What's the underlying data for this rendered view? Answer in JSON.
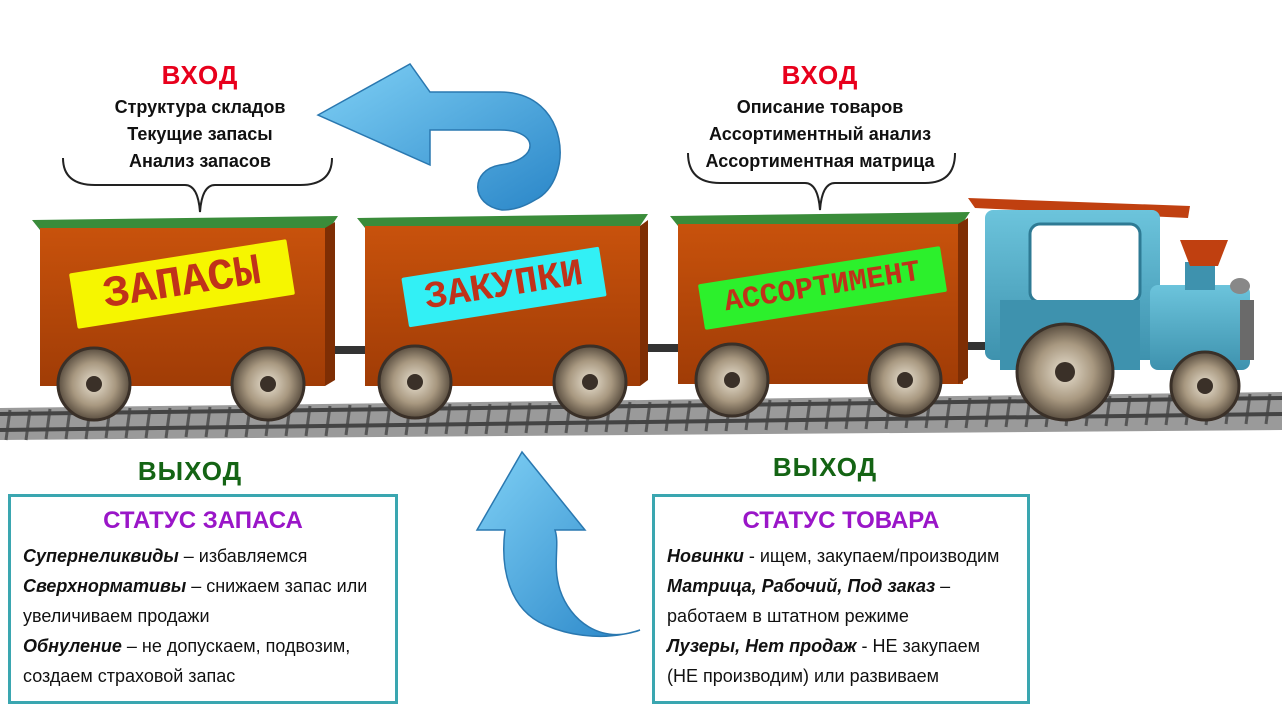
{
  "input_left": {
    "title": "ВХОД",
    "items": [
      "Структура складов",
      "Текущие запасы",
      "Анализ запасов"
    ]
  },
  "input_right": {
    "title": "ВХОД",
    "items": [
      "Описание товаров",
      "Ассортиментный анализ",
      "Ассортиментная матрица"
    ]
  },
  "wagons": [
    {
      "label": "ЗАПАСЫ",
      "sign_color": "#f6f600",
      "text_color": "#c0321a"
    },
    {
      "label": "ЗАКУПКИ",
      "sign_color": "#32f0f5",
      "text_color": "#c0321a"
    },
    {
      "label": "АССОРТИМЕНТ",
      "sign_color": "#2cf02c",
      "text_color": "#c0321a"
    }
  ],
  "output_left": {
    "title": "ВЫХОД",
    "panel_title": "СТАТУС ЗАПАСА",
    "lines": [
      {
        "term": "Супернеликвиды",
        "text": " – избавляемся"
      },
      {
        "term": "Сверхнормативы",
        "text": " – снижаем запас или"
      },
      {
        "term": "",
        "text": "увеличиваем продажи"
      },
      {
        "term": "Обнуление",
        "text": " – не допускаем, подвозим,"
      },
      {
        "term": "",
        "text": "создаем страховой запас"
      }
    ]
  },
  "output_right": {
    "title": "ВЫХОД",
    "panel_title": "СТАТУС ТОВАРА",
    "lines": [
      {
        "term": "Новинки",
        "text": " - ищем, закупаем/производим"
      },
      {
        "term": "Матрица, Рабочий, Под заказ",
        "text": " –"
      },
      {
        "term": "",
        "text": "работаем в штатном режиме"
      },
      {
        "term": "Лузеры, Нет продаж",
        "text": " - НЕ закупаем"
      },
      {
        "term": "",
        "text": "(НЕ производим) или развиваем"
      }
    ]
  },
  "colors": {
    "wagon_body": "#b84808",
    "wagon_roof": "#3a8c3a",
    "loco_body": "#58b0c8",
    "loco_roof": "#c04010",
    "arrow": "#3aa0d8",
    "panel_border": "#3aa6b0"
  }
}
